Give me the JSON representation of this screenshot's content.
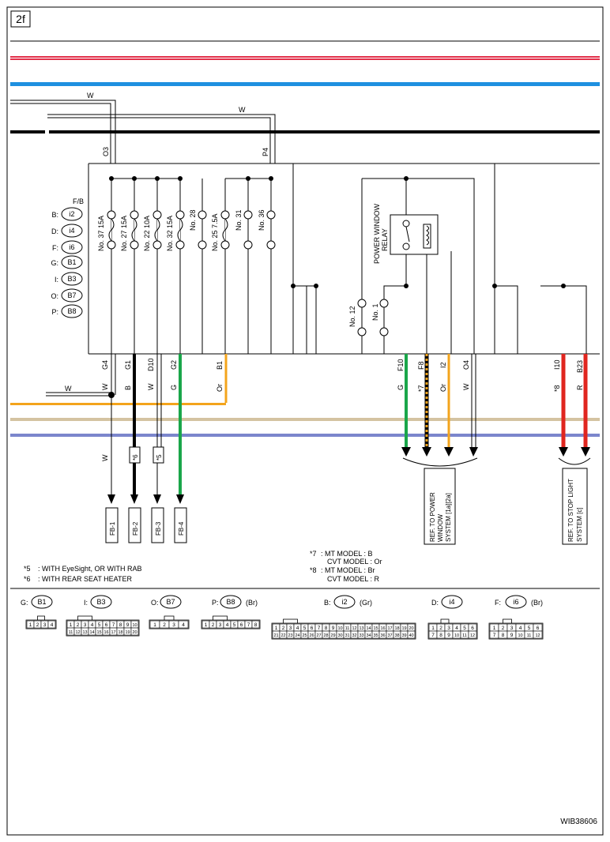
{
  "page_id": "2f",
  "diagram_id": "WIB38606",
  "top_wires": {
    "w1": "W",
    "w2": "W",
    "t1": "O3",
    "t2": "P4"
  },
  "fb_label": "F/B",
  "connector_legend": [
    {
      "letter": "B:",
      "code": "i2"
    },
    {
      "letter": "D:",
      "code": "i4"
    },
    {
      "letter": "F:",
      "code": "i6"
    },
    {
      "letter": "G:",
      "code": "B1"
    },
    {
      "letter": "I:",
      "code": "B3"
    },
    {
      "letter": "O:",
      "code": "B7"
    },
    {
      "letter": "P:",
      "code": "B8"
    }
  ],
  "fuses": [
    {
      "label": "No. 37  15A"
    },
    {
      "label": "No. 27  15A"
    },
    {
      "label": "No. 22  10A"
    },
    {
      "label": "No. 32  15A"
    },
    {
      "label": "No. 28"
    },
    {
      "label": "No. 25  7.5A"
    },
    {
      "label": "No. 31"
    },
    {
      "label": "No. 36"
    }
  ],
  "relay": {
    "label1": "POWER WINDOW",
    "label2": "RELAY",
    "no12": "No. 12",
    "no1": "No. 1"
  },
  "left_terms": [
    {
      "term": "G4",
      "color": "W"
    },
    {
      "term": "G1",
      "color": "B"
    },
    {
      "term": "D10",
      "color": "W"
    },
    {
      "term": "G2",
      "color": "G"
    },
    {
      "term": "B1",
      "color": "Or"
    }
  ],
  "right_terms": [
    {
      "term": "F10",
      "color": "G"
    },
    {
      "term": "F8",
      "color": "*7"
    },
    {
      "term": "I2",
      "color": "Or"
    },
    {
      "term": "O4",
      "color": "W"
    },
    {
      "term": "I10",
      "color": "*8"
    },
    {
      "term": "B23",
      "color": "R"
    }
  ],
  "w_branch": "W",
  "w_lower": "W",
  "stars": {
    "s6": "*6",
    "s5": "*5"
  },
  "fb_boxes": [
    "FB-1",
    "FB-2",
    "FB-3",
    "FB-4"
  ],
  "ref_power": [
    "REF. TO POWER",
    "WINDOW",
    "SYSTEM [1a][2a]"
  ],
  "ref_stop": [
    "REF. TO STOP LIGHT",
    "SYSTEM [c]"
  ],
  "notes_left": [
    {
      "mark": "*5",
      "text": ": WITH EyeSight, OR WITH RAB"
    },
    {
      "mark": "*6",
      "text": ": WITH REAR SEAT HEATER"
    }
  ],
  "notes_right": [
    {
      "mark": "*7",
      "l1": ": MT MODEL  : B",
      "l2": "CVT MODEL  : Or"
    },
    {
      "mark": "*8",
      "l1": ": MT MODEL  : Br",
      "l2": "CVT MODEL  : R"
    }
  ],
  "connectors": [
    {
      "letter": "G:",
      "code": "B1",
      "color": "",
      "pins": [
        "1",
        "2",
        "3",
        "4"
      ]
    },
    {
      "letter": "I:",
      "code": "B3",
      "color": "",
      "pins": [
        "1",
        "2",
        "3",
        "4",
        "5",
        "6",
        "7",
        "8",
        "9",
        "10",
        "11",
        "12",
        "13",
        "14",
        "15",
        "16",
        "17",
        "18",
        "19",
        "20"
      ]
    },
    {
      "letter": "O:",
      "code": "B7",
      "color": "",
      "pins": [
        "1",
        "2",
        "3",
        "4"
      ]
    },
    {
      "letter": "P:",
      "code": "B8",
      "color": "(Br)",
      "pins": [
        "1",
        "2",
        "3",
        "4",
        "5",
        "6",
        "7",
        "8"
      ]
    },
    {
      "letter": "B:",
      "code": "i2",
      "color": "(Gr)",
      "pins": [
        "1",
        "2",
        "3",
        "4",
        "5",
        "6",
        "7",
        "8",
        "9",
        "10",
        "11",
        "12",
        "13",
        "14",
        "15",
        "16",
        "17",
        "18",
        "19",
        "20",
        "21",
        "22",
        "23",
        "24",
        "25",
        "26",
        "27",
        "28",
        "29",
        "30",
        "31",
        "32",
        "33",
        "34",
        "35",
        "36",
        "37",
        "38",
        "39",
        "40"
      ]
    },
    {
      "letter": "D:",
      "code": "i4",
      "color": "",
      "pins": [
        "1",
        "2",
        "3",
        "4",
        "5",
        "6",
        "7",
        "8",
        "9",
        "10",
        "11",
        "12"
      ]
    },
    {
      "letter": "F:",
      "code": "i6",
      "color": "(Br)",
      "pins": [
        "1",
        "2",
        "3",
        "4",
        "5",
        "6",
        "7",
        "8",
        "9",
        "10",
        "11",
        "12"
      ]
    }
  ],
  "colors": {
    "red": "#e2304a",
    "blue": "#1e90e0",
    "green": "#1aa64a",
    "orange": "#f3a41c",
    "tan": "#d4c3a1",
    "lavender": "#7b86cc",
    "wire_red": "#e0261f"
  }
}
